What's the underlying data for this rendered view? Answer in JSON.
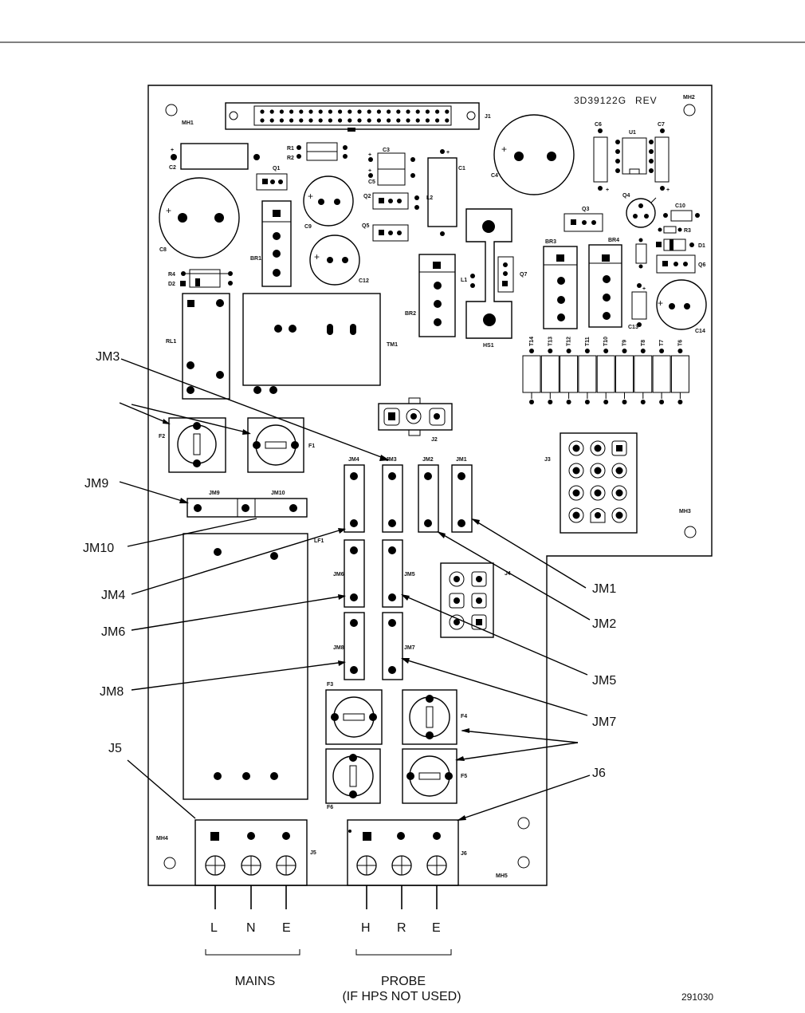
{
  "board_id": "3D39122G",
  "rev_label": "REV",
  "figure_number": "291030",
  "callouts": {
    "jm1": "JM1",
    "jm2": "JM2",
    "jm3": "JM3",
    "jm4": "JM4",
    "jm5": "JM5",
    "jm6": "JM6",
    "jm7": "JM7",
    "jm8": "JM8",
    "jm9": "JM9",
    "jm10": "JM10",
    "j5": "J5",
    "j6": "J6"
  },
  "terminals": {
    "mains": [
      "L",
      "N",
      "E"
    ],
    "probe": [
      "H",
      "R",
      "E"
    ]
  },
  "group_labels": {
    "mains": "MAINS",
    "probe": "PROBE",
    "probe_note": "(IF HPS NOT USED)"
  },
  "silkscreen": {
    "mh1": "MH1",
    "mh2": "MH2",
    "mh3": "MH3",
    "mh4": "MH4",
    "mh5": "MH5",
    "j1": "J1",
    "j2": "J2",
    "j3": "J3",
    "j4": "J4",
    "j5": "J5",
    "j6": "J6",
    "c1": "C1",
    "c2": "C2",
    "c3": "C3",
    "c4": "C4",
    "c5": "C5",
    "c6": "C6",
    "c7": "C7",
    "c8": "C8",
    "c9": "C9",
    "c10": "C10",
    "c12": "C12",
    "c13": "C13",
    "c14": "C14",
    "q1": "Q1",
    "q2": "Q2",
    "q3": "Q3",
    "q4": "Q4",
    "q5": "Q5",
    "q6": "Q6",
    "q7": "Q7",
    "r1": "R1",
    "r2": "R2",
    "r3": "R3",
    "r4": "R4",
    "d1": "D1",
    "d2": "D2",
    "u1": "U1",
    "l1": "L1",
    "l2": "L2",
    "br1": "BR1",
    "br2": "BR2",
    "br3": "BR3",
    "br4": "BR4",
    "rl1": "RL1",
    "tm1": "TM1",
    "hs1": "HS1",
    "f1": "F1",
    "f2": "F2",
    "f3": "F3",
    "f4": "F4",
    "f5": "F5",
    "f6": "F6",
    "jm1": "JM1",
    "jm2": "JM2",
    "jm3": "JM3",
    "jm4": "JM4",
    "jm5": "JM5",
    "jm6": "JM6",
    "jm7": "JM7",
    "jm8": "JM8",
    "jm9": "JM9",
    "jm10": "JM10",
    "lf1": "LF1",
    "test_points": [
      "T14",
      "T13",
      "T12",
      "T11",
      "T10",
      "T9",
      "T8",
      "T7",
      "T6"
    ]
  },
  "colors": {
    "ink": "#000000",
    "paper": "#ffffff"
  }
}
